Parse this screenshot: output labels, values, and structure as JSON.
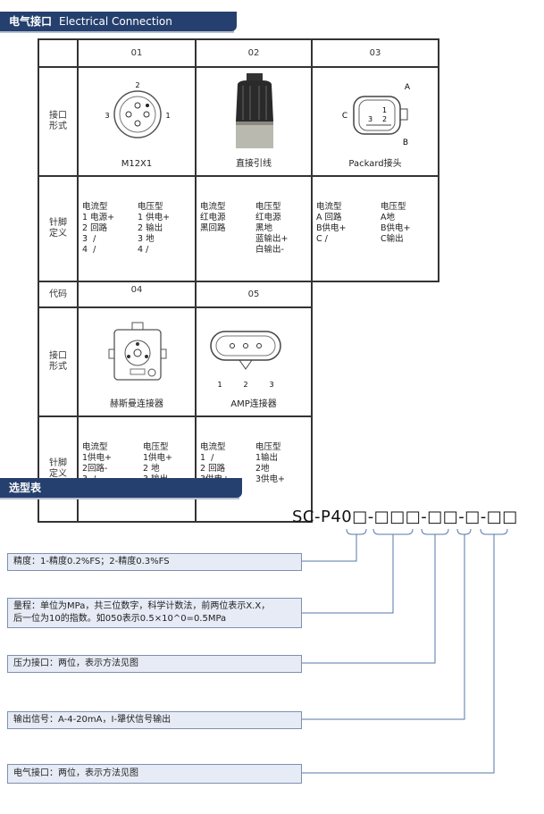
{
  "section1": {
    "title_zh": "电气接口",
    "title_en": "Electrical Connection"
  },
  "table": {
    "codes_top": [
      "01",
      "02",
      "03"
    ],
    "codes_bottom": [
      "04",
      "05"
    ],
    "row_labels": {
      "form": "接口\n形式",
      "pins": "针脚\n定义",
      "code": "代码"
    },
    "connectors": {
      "c01": {
        "caption": "M12X1",
        "pin_nums": [
          "2",
          "3",
          "1"
        ]
      },
      "c02": {
        "caption": "直接引线"
      },
      "c03": {
        "caption": "Packard接头",
        "pin_letters": [
          "A",
          "C",
          "B"
        ],
        "inner": [
          "1",
          "2",
          "3"
        ]
      },
      "c04": {
        "caption": "赫斯曼连接器"
      },
      "c05": {
        "caption": "AMP连接器",
        "pin_nums": [
          "1",
          "2",
          "3"
        ]
      }
    },
    "pins": {
      "p01a": "电流型\n1 电源+\n2 回路\n3  /\n4  /",
      "p01b": "电压型\n1 供电+\n2 输出\n3 地\n4 /",
      "p02a": "电流型\n红电源\n黑回路",
      "p02b": "电压型\n红电源\n黑地\n蓝输出+\n白输出-",
      "p03a": "电流型\nA 回路\nB供电+\nC /",
      "p03b": "电压型\nA地\nB供电+\nC输出",
      "p04a": "电流型\n1供电+\n2回路-\n3  /\n4  /",
      "p04b": "电压型\n1供电+\n2 地\n3 输出\n4 /",
      "p05a": "电流型\n1  /\n2 回路\n3供电+",
      "p05b": "电压型\n1输出\n2地\n3供电+"
    }
  },
  "section2": {
    "title_zh": "选型表"
  },
  "model_code": "SC-P40□-□□□-□□-□-□□",
  "items": [
    "精度：1-精度0.2%FS；2-精度0.3%FS",
    "量程：单位为MPa，共三位数字，科学计数法，前两位表示X.X，\n后一位为10的指数。如050表示0.5×10^0=0.5MPa",
    "压力接口：两位，表示方法见图",
    "输出信号：A-4-20mA，I-犟伏信号输出",
    "电气接口：两位，表示方法见图"
  ]
}
